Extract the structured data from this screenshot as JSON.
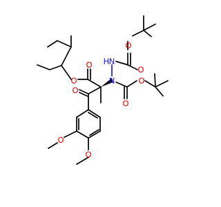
{
  "atom_labels": {
    "o_ester_single": "O",
    "o_ester_carbonyl": "O",
    "o_ketone": "O",
    "o_boc_top_ether": "O",
    "o_boc_top_carbonyl": "O",
    "o_boc_bottom_ether": "O",
    "o_boc_bottom_carbonyl": "O",
    "o_methoxy_upper": "O",
    "o_methoxy_lower": "O",
    "n_nh": "N",
    "h_nh": "H",
    "n_alpha": "N"
  },
  "colors": {
    "bond": "#000000",
    "oxygen": "#e60000",
    "nitrogen": "#1a1aff",
    "background": "#ffffff"
  }
}
